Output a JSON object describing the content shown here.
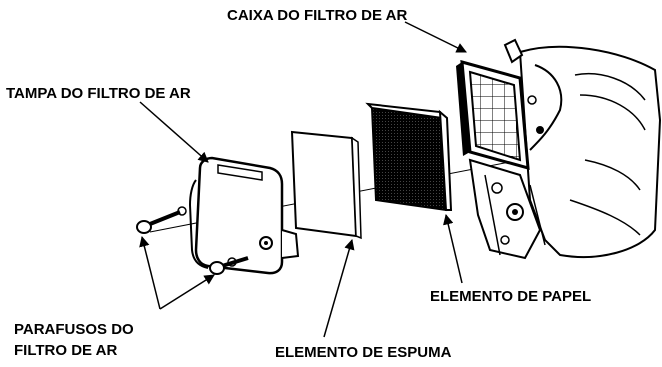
{
  "labels": {
    "air_filter_case": "CAIXA DO FILTRO DE AR",
    "air_filter_cover": "TAMPA DO FILTRO DE AR",
    "paper_element": "ELEMENTO DE PAPEL",
    "bolts_line1": "PARAFUSOS DO",
    "bolts_line2": "FILTRO DE AR",
    "foam_element": "ELEMENTO DE ESPUMA"
  },
  "colors": {
    "ink": "#000000",
    "paper": "#ffffff"
  }
}
